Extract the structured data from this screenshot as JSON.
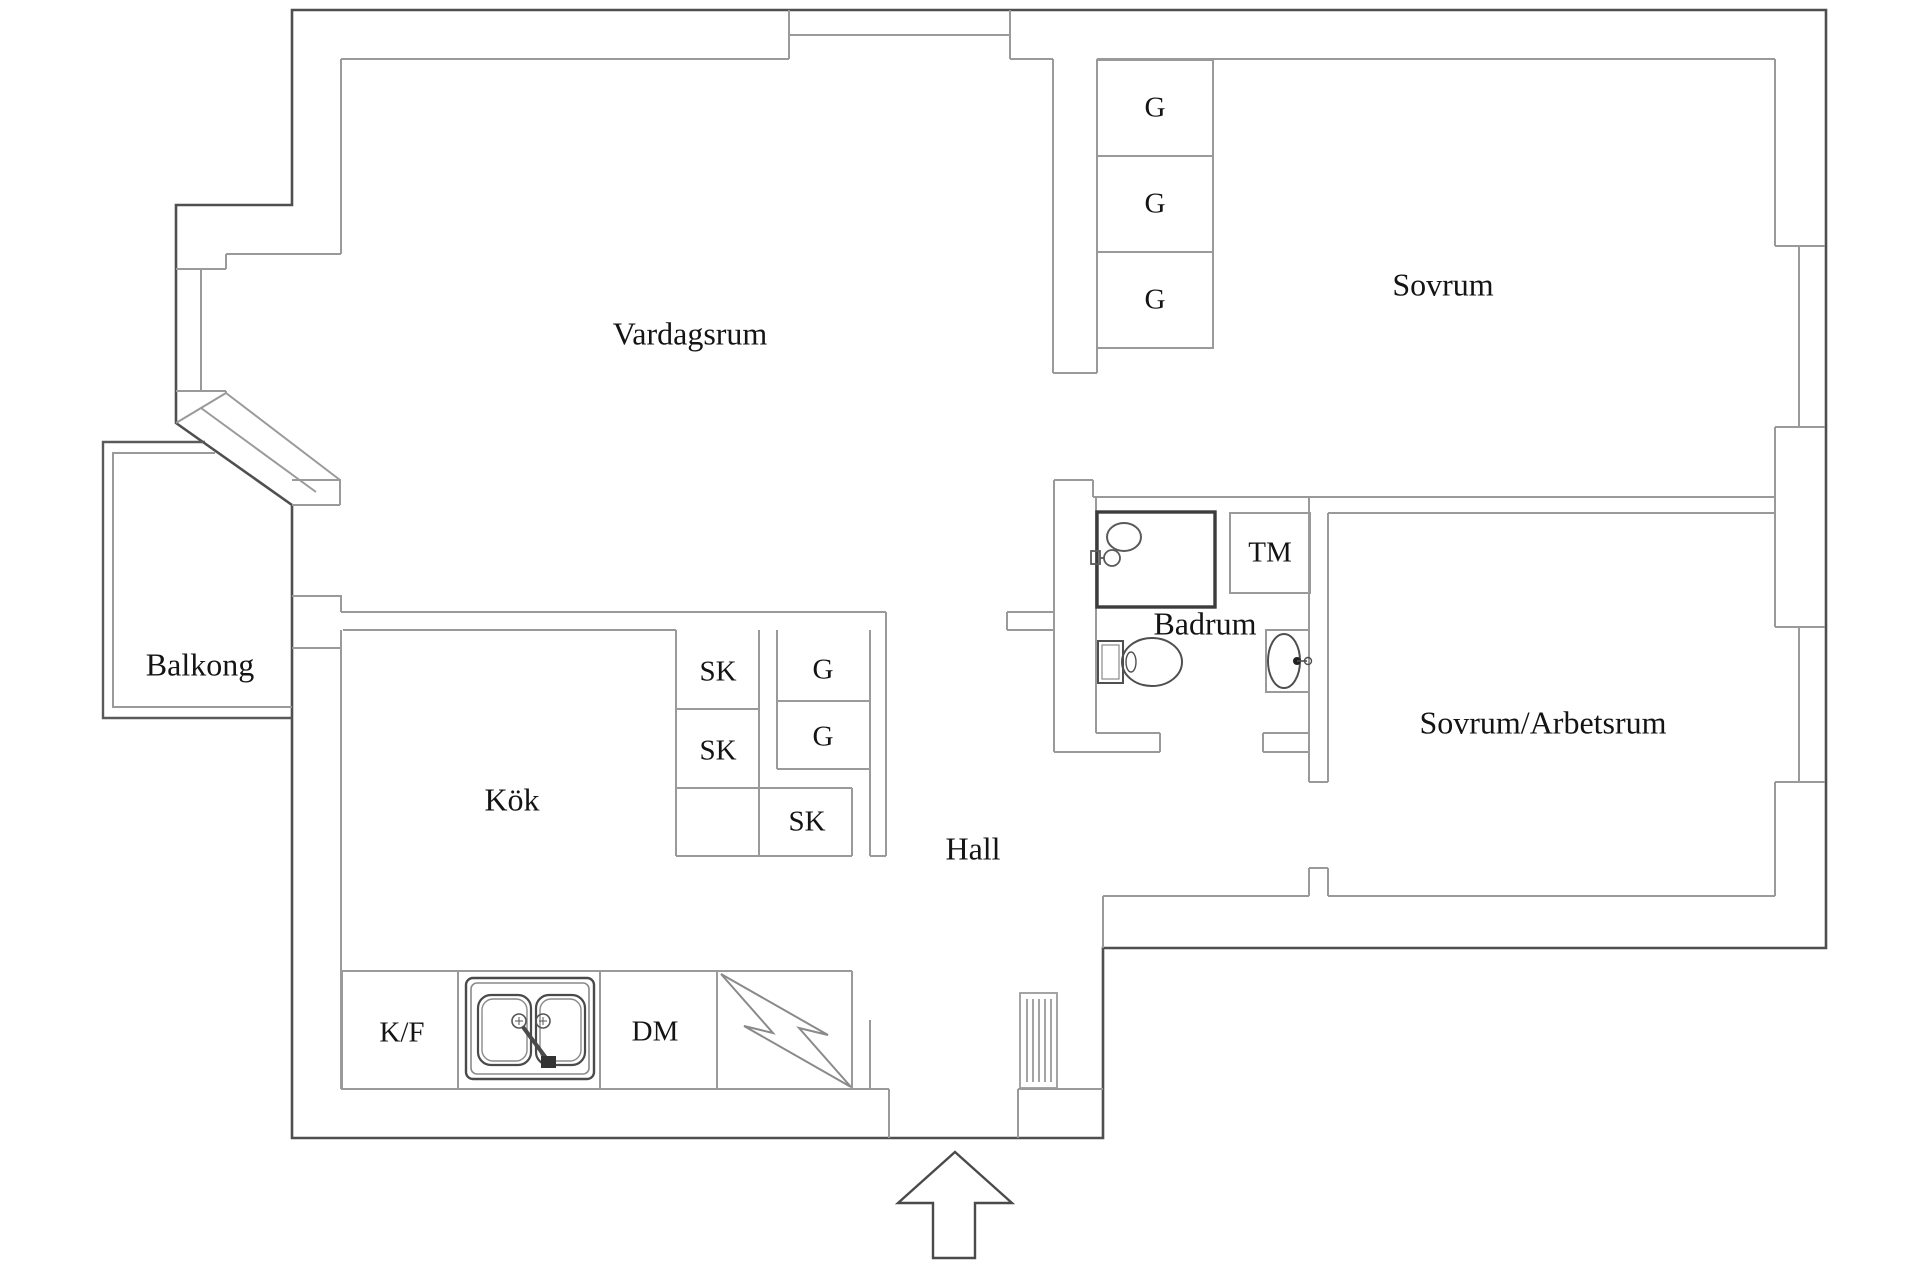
{
  "title": "Apartment floor plan",
  "colors": {
    "background": "#ffffff",
    "outer_wall": "#4f4f4f",
    "inner_wall": "#9a9a9a",
    "fixture": "#7a7a7a",
    "shower_box": "#3c3c3c",
    "text": "#141414"
  },
  "rooms": {
    "vardagsrum": "Vardagsrum",
    "sovrum": "Sovrum",
    "balkong": "Balkong",
    "kok": "Kök",
    "hall": "Hall",
    "badrum": "Badrum",
    "sovrum_arbetsrum": "Sovrum/Arbetsrum"
  },
  "fixtures": {
    "wardrobe": "G",
    "cleaning_closet": "SK",
    "washing_machine": "TM",
    "fridge_freezer": "K/F",
    "dishwasher": "DM"
  },
  "icons": {
    "entrance_arrow": "entrance-arrow",
    "stove": "stove-lightning",
    "kitchen_sink": "double-sink",
    "toilet": "toilet",
    "bathroom_sink": "washbasin",
    "shower": "shower-cabin",
    "doormat": "floor-grille",
    "windows": "window-band"
  }
}
